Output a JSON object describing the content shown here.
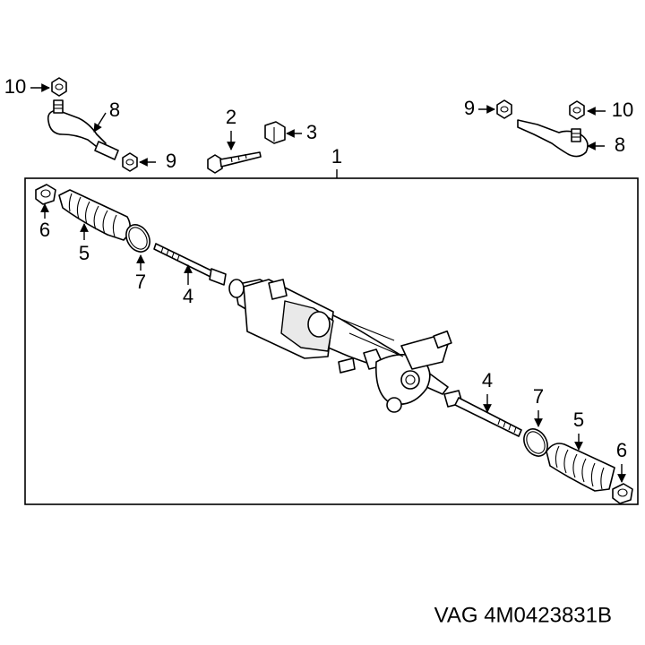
{
  "callouts": {
    "c10_left": "10",
    "c8_left": "8",
    "c9_left": "9",
    "c2": "2",
    "c3": "3",
    "c1": "1",
    "c9_right": "9",
    "c10_right": "10",
    "c8_right": "8",
    "c6_left": "6",
    "c5_left": "5",
    "c7_left": "7",
    "c4_left": "4",
    "c4_right": "4",
    "c7_right": "7",
    "c5_right": "5",
    "c6_right": "6"
  },
  "caption": "VAG 4M0423831B"
}
